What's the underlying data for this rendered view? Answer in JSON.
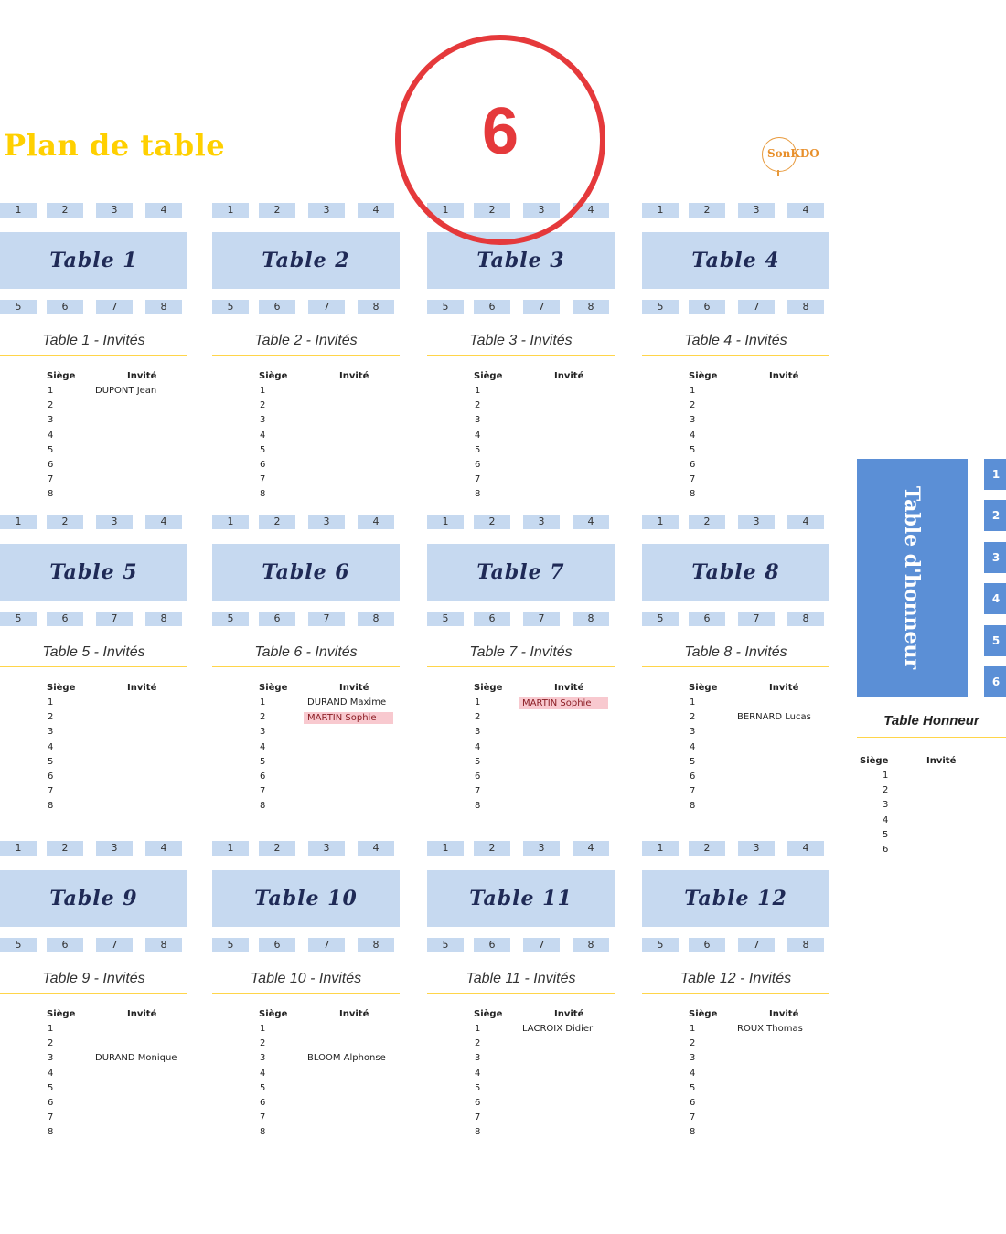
{
  "page": {
    "title": "Plan de table",
    "step": "6"
  },
  "logo": {
    "text": "SonKDO"
  },
  "columns": {
    "seat": "Siège",
    "guest": "Invité"
  },
  "tables": [
    {
      "name": "Table 1",
      "heading": "Table 1 -  Invités",
      "top_seats": [
        "1",
        "2",
        "3",
        "4"
      ],
      "bottom_seats": [
        "5",
        "6",
        "7",
        "8"
      ],
      "guests": [
        {
          "seat": "1",
          "name": "DUPONT Jean"
        },
        {
          "seat": "2",
          "name": ""
        },
        {
          "seat": "3",
          "name": ""
        },
        {
          "seat": "4",
          "name": ""
        },
        {
          "seat": "5",
          "name": ""
        },
        {
          "seat": "6",
          "name": ""
        },
        {
          "seat": "7",
          "name": ""
        },
        {
          "seat": "8",
          "name": ""
        }
      ]
    },
    {
      "name": "Table 2",
      "heading": "Table 2 -  Invités",
      "top_seats": [
        "1",
        "2",
        "3",
        "4"
      ],
      "bottom_seats": [
        "5",
        "6",
        "7",
        "8"
      ],
      "guests": [
        {
          "seat": "1",
          "name": ""
        },
        {
          "seat": "2",
          "name": ""
        },
        {
          "seat": "3",
          "name": ""
        },
        {
          "seat": "4",
          "name": ""
        },
        {
          "seat": "5",
          "name": ""
        },
        {
          "seat": "6",
          "name": ""
        },
        {
          "seat": "7",
          "name": ""
        },
        {
          "seat": "8",
          "name": ""
        }
      ]
    },
    {
      "name": "Table 3",
      "heading": "Table 3 -  Invités",
      "top_seats": [
        "1",
        "2",
        "3",
        "4"
      ],
      "bottom_seats": [
        "5",
        "6",
        "7",
        "8"
      ],
      "guests": [
        {
          "seat": "1",
          "name": ""
        },
        {
          "seat": "2",
          "name": ""
        },
        {
          "seat": "3",
          "name": ""
        },
        {
          "seat": "4",
          "name": ""
        },
        {
          "seat": "5",
          "name": ""
        },
        {
          "seat": "6",
          "name": ""
        },
        {
          "seat": "7",
          "name": ""
        },
        {
          "seat": "8",
          "name": ""
        }
      ]
    },
    {
      "name": "Table 4",
      "heading": "Table 4 -  Invités",
      "top_seats": [
        "1",
        "2",
        "3",
        "4"
      ],
      "bottom_seats": [
        "5",
        "6",
        "7",
        "8"
      ],
      "guests": [
        {
          "seat": "1",
          "name": ""
        },
        {
          "seat": "2",
          "name": ""
        },
        {
          "seat": "3",
          "name": ""
        },
        {
          "seat": "4",
          "name": ""
        },
        {
          "seat": "5",
          "name": ""
        },
        {
          "seat": "6",
          "name": ""
        },
        {
          "seat": "7",
          "name": ""
        },
        {
          "seat": "8",
          "name": ""
        }
      ]
    },
    {
      "name": "Table 5",
      "heading": "Table 5 -  Invités",
      "top_seats": [
        "1",
        "2",
        "3",
        "4"
      ],
      "bottom_seats": [
        "5",
        "6",
        "7",
        "8"
      ],
      "guests": [
        {
          "seat": "1",
          "name": ""
        },
        {
          "seat": "2",
          "name": ""
        },
        {
          "seat": "3",
          "name": ""
        },
        {
          "seat": "4",
          "name": ""
        },
        {
          "seat": "5",
          "name": ""
        },
        {
          "seat": "6",
          "name": ""
        },
        {
          "seat": "7",
          "name": ""
        },
        {
          "seat": "8",
          "name": ""
        }
      ]
    },
    {
      "name": "Table 6",
      "heading": "Table 6 -  Invités",
      "top_seats": [
        "1",
        "2",
        "3",
        "4"
      ],
      "bottom_seats": [
        "5",
        "6",
        "7",
        "8"
      ],
      "guests": [
        {
          "seat": "1",
          "name": "DURAND Maxime"
        },
        {
          "seat": "2",
          "name": "MARTIN Sophie",
          "highlight": true
        },
        {
          "seat": "3",
          "name": ""
        },
        {
          "seat": "4",
          "name": ""
        },
        {
          "seat": "5",
          "name": ""
        },
        {
          "seat": "6",
          "name": ""
        },
        {
          "seat": "7",
          "name": ""
        },
        {
          "seat": "8",
          "name": ""
        }
      ]
    },
    {
      "name": "Table 7",
      "heading": "Table 7 -  Invités",
      "top_seats": [
        "1",
        "2",
        "3",
        "4"
      ],
      "bottom_seats": [
        "5",
        "6",
        "7",
        "8"
      ],
      "guests": [
        {
          "seat": "1",
          "name": "MARTIN Sophie",
          "highlight": true
        },
        {
          "seat": "2",
          "name": ""
        },
        {
          "seat": "3",
          "name": ""
        },
        {
          "seat": "4",
          "name": ""
        },
        {
          "seat": "5",
          "name": ""
        },
        {
          "seat": "6",
          "name": ""
        },
        {
          "seat": "7",
          "name": ""
        },
        {
          "seat": "8",
          "name": ""
        }
      ]
    },
    {
      "name": "Table 8",
      "heading": "Table 8 -  Invités",
      "top_seats": [
        "1",
        "2",
        "3",
        "4"
      ],
      "bottom_seats": [
        "5",
        "6",
        "7",
        "8"
      ],
      "guests": [
        {
          "seat": "1",
          "name": ""
        },
        {
          "seat": "2",
          "name": "BERNARD Lucas"
        },
        {
          "seat": "3",
          "name": ""
        },
        {
          "seat": "4",
          "name": ""
        },
        {
          "seat": "5",
          "name": ""
        },
        {
          "seat": "6",
          "name": ""
        },
        {
          "seat": "7",
          "name": ""
        },
        {
          "seat": "8",
          "name": ""
        }
      ]
    },
    {
      "name": "Table 9",
      "heading": "Table 9 -  Invités",
      "top_seats": [
        "1",
        "2",
        "3",
        "4"
      ],
      "bottom_seats": [
        "5",
        "6",
        "7",
        "8"
      ],
      "guests": [
        {
          "seat": "1",
          "name": ""
        },
        {
          "seat": "2",
          "name": ""
        },
        {
          "seat": "3",
          "name": "DURAND Monique"
        },
        {
          "seat": "4",
          "name": ""
        },
        {
          "seat": "5",
          "name": ""
        },
        {
          "seat": "6",
          "name": ""
        },
        {
          "seat": "7",
          "name": ""
        },
        {
          "seat": "8",
          "name": ""
        }
      ]
    },
    {
      "name": "Table 10",
      "heading": "Table 10 -  Invités",
      "top_seats": [
        "1",
        "2",
        "3",
        "4"
      ],
      "bottom_seats": [
        "5",
        "6",
        "7",
        "8"
      ],
      "guests": [
        {
          "seat": "1",
          "name": ""
        },
        {
          "seat": "2",
          "name": ""
        },
        {
          "seat": "3",
          "name": "BLOOM Alphonse"
        },
        {
          "seat": "4",
          "name": ""
        },
        {
          "seat": "5",
          "name": ""
        },
        {
          "seat": "6",
          "name": ""
        },
        {
          "seat": "7",
          "name": ""
        },
        {
          "seat": "8",
          "name": ""
        }
      ]
    },
    {
      "name": "Table 11",
      "heading": "Table 11 -  Invités",
      "top_seats": [
        "1",
        "2",
        "3",
        "4"
      ],
      "bottom_seats": [
        "5",
        "6",
        "7",
        "8"
      ],
      "guests": [
        {
          "seat": "1",
          "name": "LACROIX Didier"
        },
        {
          "seat": "2",
          "name": ""
        },
        {
          "seat": "3",
          "name": ""
        },
        {
          "seat": "4",
          "name": ""
        },
        {
          "seat": "5",
          "name": ""
        },
        {
          "seat": "6",
          "name": ""
        },
        {
          "seat": "7",
          "name": ""
        },
        {
          "seat": "8",
          "name": ""
        }
      ]
    },
    {
      "name": "Table 12",
      "heading": "Table 12 -  Invités",
      "top_seats": [
        "1",
        "2",
        "3",
        "4"
      ],
      "bottom_seats": [
        "5",
        "6",
        "7",
        "8"
      ],
      "guests": [
        {
          "seat": "1",
          "name": "ROUX Thomas"
        },
        {
          "seat": "2",
          "name": ""
        },
        {
          "seat": "3",
          "name": ""
        },
        {
          "seat": "4",
          "name": ""
        },
        {
          "seat": "5",
          "name": ""
        },
        {
          "seat": "6",
          "name": ""
        },
        {
          "seat": "7",
          "name": ""
        },
        {
          "seat": "8",
          "name": ""
        }
      ]
    }
  ],
  "honor_table": {
    "name": "Table d'honneur",
    "heading": "Table Honneur",
    "seats": [
      "1",
      "2",
      "3",
      "4",
      "5",
      "6"
    ],
    "guests": [
      {
        "seat": "1",
        "name": ""
      },
      {
        "seat": "2",
        "name": ""
      },
      {
        "seat": "3",
        "name": ""
      },
      {
        "seat": "4",
        "name": ""
      },
      {
        "seat": "5",
        "name": ""
      },
      {
        "seat": "6",
        "name": ""
      }
    ]
  },
  "colors": {
    "title": "#ffd000",
    "seat_fill": "#c6d9f0",
    "honor_fill": "#5b8fd6",
    "step_circle": "#e5393b",
    "highlight": "#f8c9cf",
    "underline": "#ffd54a"
  }
}
